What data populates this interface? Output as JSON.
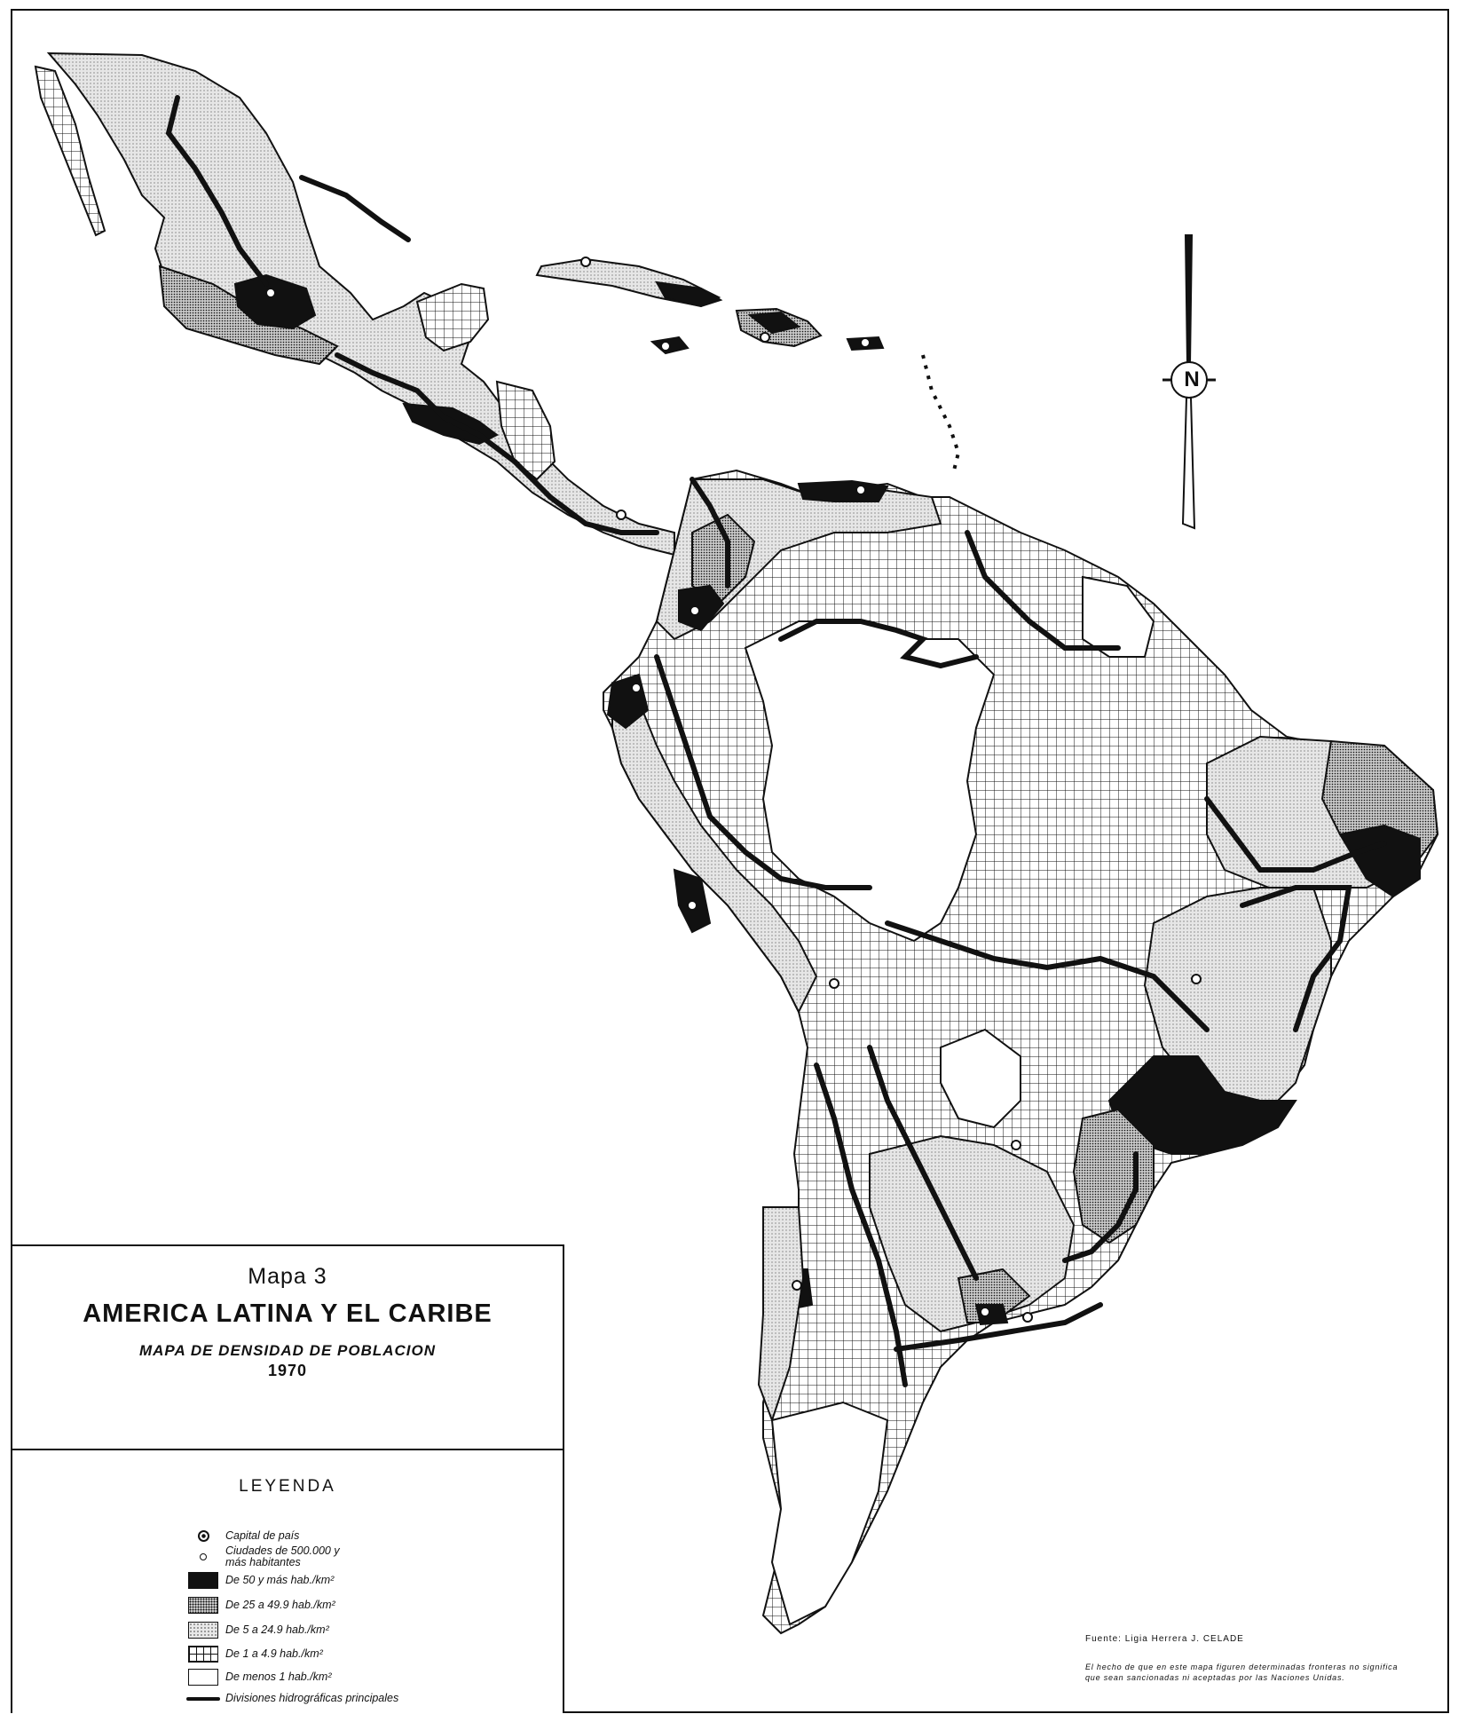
{
  "map": {
    "number": "Mapa 3",
    "title": "AMERICA LATINA Y EL CARIBE",
    "subtitle": "MAPA DE DENSIDAD DE POBLACION",
    "year": "1970",
    "north_label": "N"
  },
  "legend": {
    "title": "LEYENDA",
    "items": [
      {
        "symbol": "capital-icon",
        "label": "Capital de país"
      },
      {
        "symbol": "city-icon",
        "label": "Ciudades de 500.000 y más habitantes"
      },
      {
        "symbol": "black",
        "label": "De 50 y más hab./km²"
      },
      {
        "symbol": "dense-dots",
        "label": "De 25 a 49.9 hab./km²"
      },
      {
        "symbol": "light-dots",
        "label": "De  5 a 24.9 hab./km²"
      },
      {
        "symbol": "grid",
        "label": "De  1 a  4.9 hab./km²"
      },
      {
        "symbol": "white",
        "label": "De menos  1 hab./km²"
      },
      {
        "symbol": "river-line",
        "label": "Divisiones hidrográficas principales"
      }
    ]
  },
  "footer": {
    "source": "Fuente: Ligia Herrera J. CELADE",
    "disclaimer": "El hecho de que en este mapa figuren determinadas fronteras no significa que sean sancionadas ni aceptadas por las Naciones Unidas."
  },
  "colors": {
    "ink": "#111111",
    "paper": "#ffffff",
    "dense": "#cfcfcf",
    "light": "#e8e8e8"
  }
}
